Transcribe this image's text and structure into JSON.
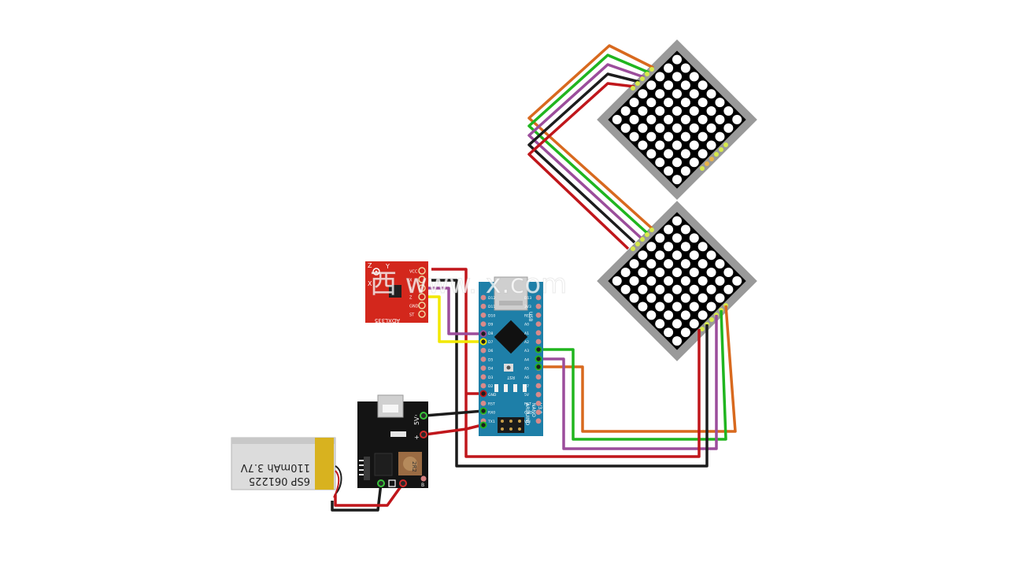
{
  "battery": {
    "line1": "110mAh 3.7V",
    "line2": "6SP 061225"
  },
  "accelerometer": {
    "model": "ADXL335",
    "axis_x": "X",
    "axis_y": "Y",
    "axis_z": "Z",
    "pins": [
      "VCC",
      "X",
      "Y",
      "Z",
      "GND",
      "ST"
    ]
  },
  "arduino": {
    "line1": "ARDUINO",
    "line2": "NANO",
    "line3": "V3.0",
    "usb_text": "USB",
    "rst": "RST",
    "left_pins": [
      "D12",
      "D11",
      "D10",
      "D9",
      "D8",
      "D7",
      "D6",
      "D5",
      "D4",
      "D3",
      "D2",
      "GND",
      "RST",
      "RX0",
      "TX1"
    ],
    "right_pins": [
      "D13",
      "3V3",
      "REF",
      "A0",
      "A1",
      "A2",
      "A3",
      "A4",
      "A5",
      "A6",
      "A7",
      "5V",
      "RST",
      "GND",
      "VIN"
    ]
  },
  "charger": {
    "label_5v": "5V",
    "label_plus": "+",
    "label_minus": "-",
    "chip": "2R2",
    "label_b": "B"
  },
  "watermark": "西   www.         x.com",
  "colors": {
    "red": "#c0161b",
    "black": "#1c1c1c",
    "green": "#20b51f",
    "purple": "#9b4d9b",
    "orange": "#d8691e",
    "yellow": "#f2e800",
    "nano_blue": "#1e7fa8",
    "adxl_red": "#d3271c",
    "matrix_frame": "#9a9a9a",
    "battery_gold": "#d8b21f"
  }
}
